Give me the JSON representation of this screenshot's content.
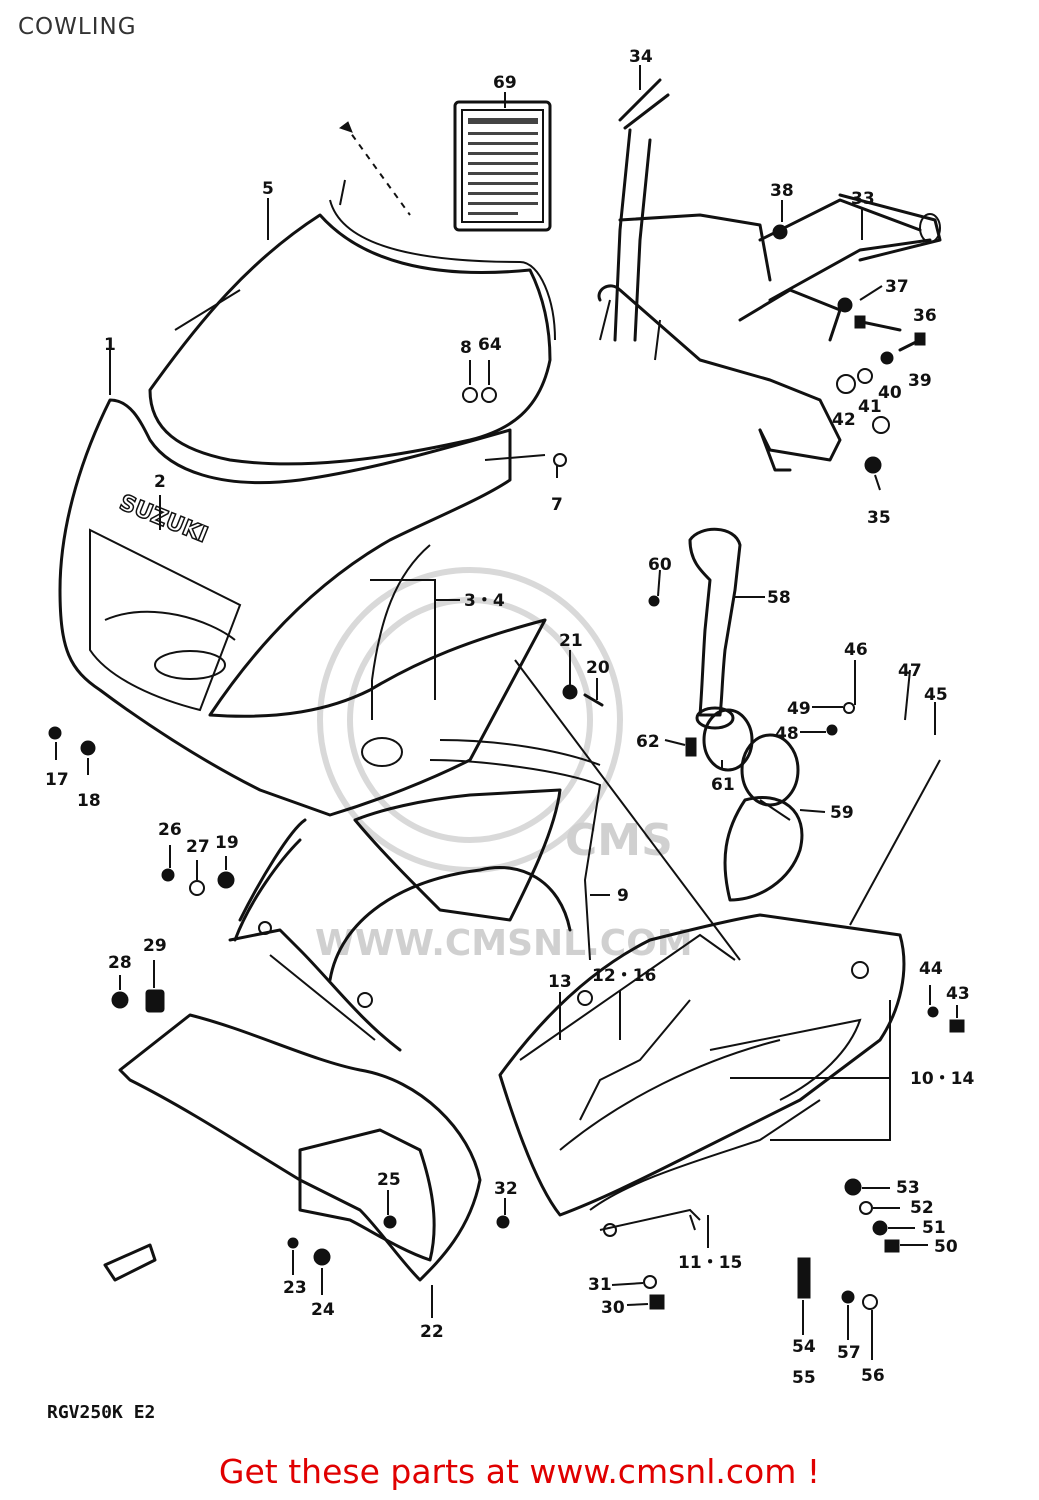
{
  "title": "COWLING",
  "footer_text": "Get these parts at www.cmsnl.com !",
  "model_code": "RGV250K E2",
  "brand_text": "SUZUKI",
  "watermark_text": "WWW.CMSNL.COM",
  "watermark_logo_text": "CMS",
  "colors": {
    "footer": "#e00000",
    "lines": "#111111",
    "watermark": "#d9d9d9"
  },
  "labels": [
    {
      "id": "lbl-34",
      "text": "34"
    },
    {
      "id": "lbl-69",
      "text": "69"
    },
    {
      "id": "lbl-5",
      "text": "5"
    },
    {
      "id": "lbl-38",
      "text": "38"
    },
    {
      "id": "lbl-33",
      "text": "33"
    },
    {
      "id": "lbl-37",
      "text": "37"
    },
    {
      "id": "lbl-36",
      "text": "36"
    },
    {
      "id": "lbl-8",
      "text": "8"
    },
    {
      "id": "lbl-64",
      "text": "64"
    },
    {
      "id": "lbl-1",
      "text": "1"
    },
    {
      "id": "lbl-39",
      "text": "39"
    },
    {
      "id": "lbl-40",
      "text": "40"
    },
    {
      "id": "lbl-41",
      "text": "41"
    },
    {
      "id": "lbl-42",
      "text": "42"
    },
    {
      "id": "lbl-2",
      "text": "2"
    },
    {
      "id": "lbl-7",
      "text": "7"
    },
    {
      "id": "lbl-35",
      "text": "35"
    },
    {
      "id": "lbl-60",
      "text": "60"
    },
    {
      "id": "lbl-58",
      "text": "58"
    },
    {
      "id": "lbl-3-4",
      "text": "3・4"
    },
    {
      "id": "lbl-21",
      "text": "21"
    },
    {
      "id": "lbl-20",
      "text": "20"
    },
    {
      "id": "lbl-46",
      "text": "46"
    },
    {
      "id": "lbl-47",
      "text": "47"
    },
    {
      "id": "lbl-45",
      "text": "45"
    },
    {
      "id": "lbl-49",
      "text": "49"
    },
    {
      "id": "lbl-48",
      "text": "48"
    },
    {
      "id": "lbl-17",
      "text": "17"
    },
    {
      "id": "lbl-18",
      "text": "18"
    },
    {
      "id": "lbl-62",
      "text": "62"
    },
    {
      "id": "lbl-61",
      "text": "61"
    },
    {
      "id": "lbl-59",
      "text": "59"
    },
    {
      "id": "lbl-26",
      "text": "26"
    },
    {
      "id": "lbl-27",
      "text": "27"
    },
    {
      "id": "lbl-19",
      "text": "19"
    },
    {
      "id": "lbl-9",
      "text": "9"
    },
    {
      "id": "lbl-28",
      "text": "28"
    },
    {
      "id": "lbl-29",
      "text": "29"
    },
    {
      "id": "lbl-13",
      "text": "13"
    },
    {
      "id": "lbl-12-16",
      "text": "12・16"
    },
    {
      "id": "lbl-44",
      "text": "44"
    },
    {
      "id": "lbl-43",
      "text": "43"
    },
    {
      "id": "lbl-10-14",
      "text": "10・14"
    },
    {
      "id": "lbl-25",
      "text": "25"
    },
    {
      "id": "lbl-32",
      "text": "32"
    },
    {
      "id": "lbl-53",
      "text": "53"
    },
    {
      "id": "lbl-52",
      "text": "52"
    },
    {
      "id": "lbl-51",
      "text": "51"
    },
    {
      "id": "lbl-50",
      "text": "50"
    },
    {
      "id": "lbl-23",
      "text": "23"
    },
    {
      "id": "lbl-24",
      "text": "24"
    },
    {
      "id": "lbl-31",
      "text": "31"
    },
    {
      "id": "lbl-30",
      "text": "30"
    },
    {
      "id": "lbl-11-15",
      "text": "11・15"
    },
    {
      "id": "lbl-22",
      "text": "22"
    },
    {
      "id": "lbl-54",
      "text": "54"
    },
    {
      "id": "lbl-55",
      "text": "55"
    },
    {
      "id": "lbl-57",
      "text": "57"
    },
    {
      "id": "lbl-56",
      "text": "56"
    }
  ]
}
